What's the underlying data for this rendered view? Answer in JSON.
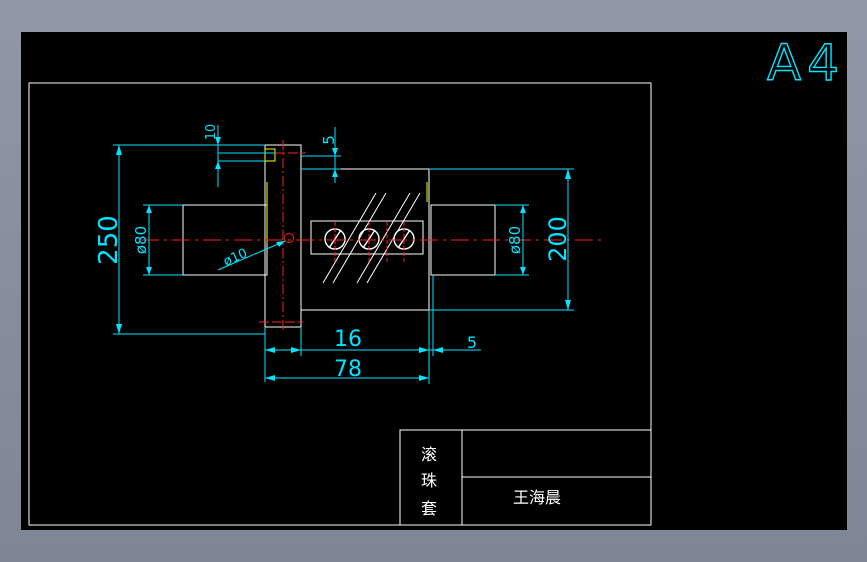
{
  "sheet": {
    "size_label": "A4"
  },
  "dimensions": {
    "overall_height": "250",
    "left_diameter": "ø80",
    "hole_diameter": "ø10",
    "top_small": "10",
    "top_offset": "5",
    "flange_width": "16",
    "overall_length": "78",
    "right_gap": "5",
    "right_diameter": "ø80",
    "right_height": "200"
  },
  "title_block": {
    "part_name_chars": [
      "滚",
      "珠",
      "套"
    ],
    "designer": "王海晨"
  },
  "colors": {
    "background": "#000000",
    "frame": "#ffffff",
    "dimension": "#00e5ff",
    "centerline": "#ff2020",
    "hidden": "#ffff00"
  }
}
